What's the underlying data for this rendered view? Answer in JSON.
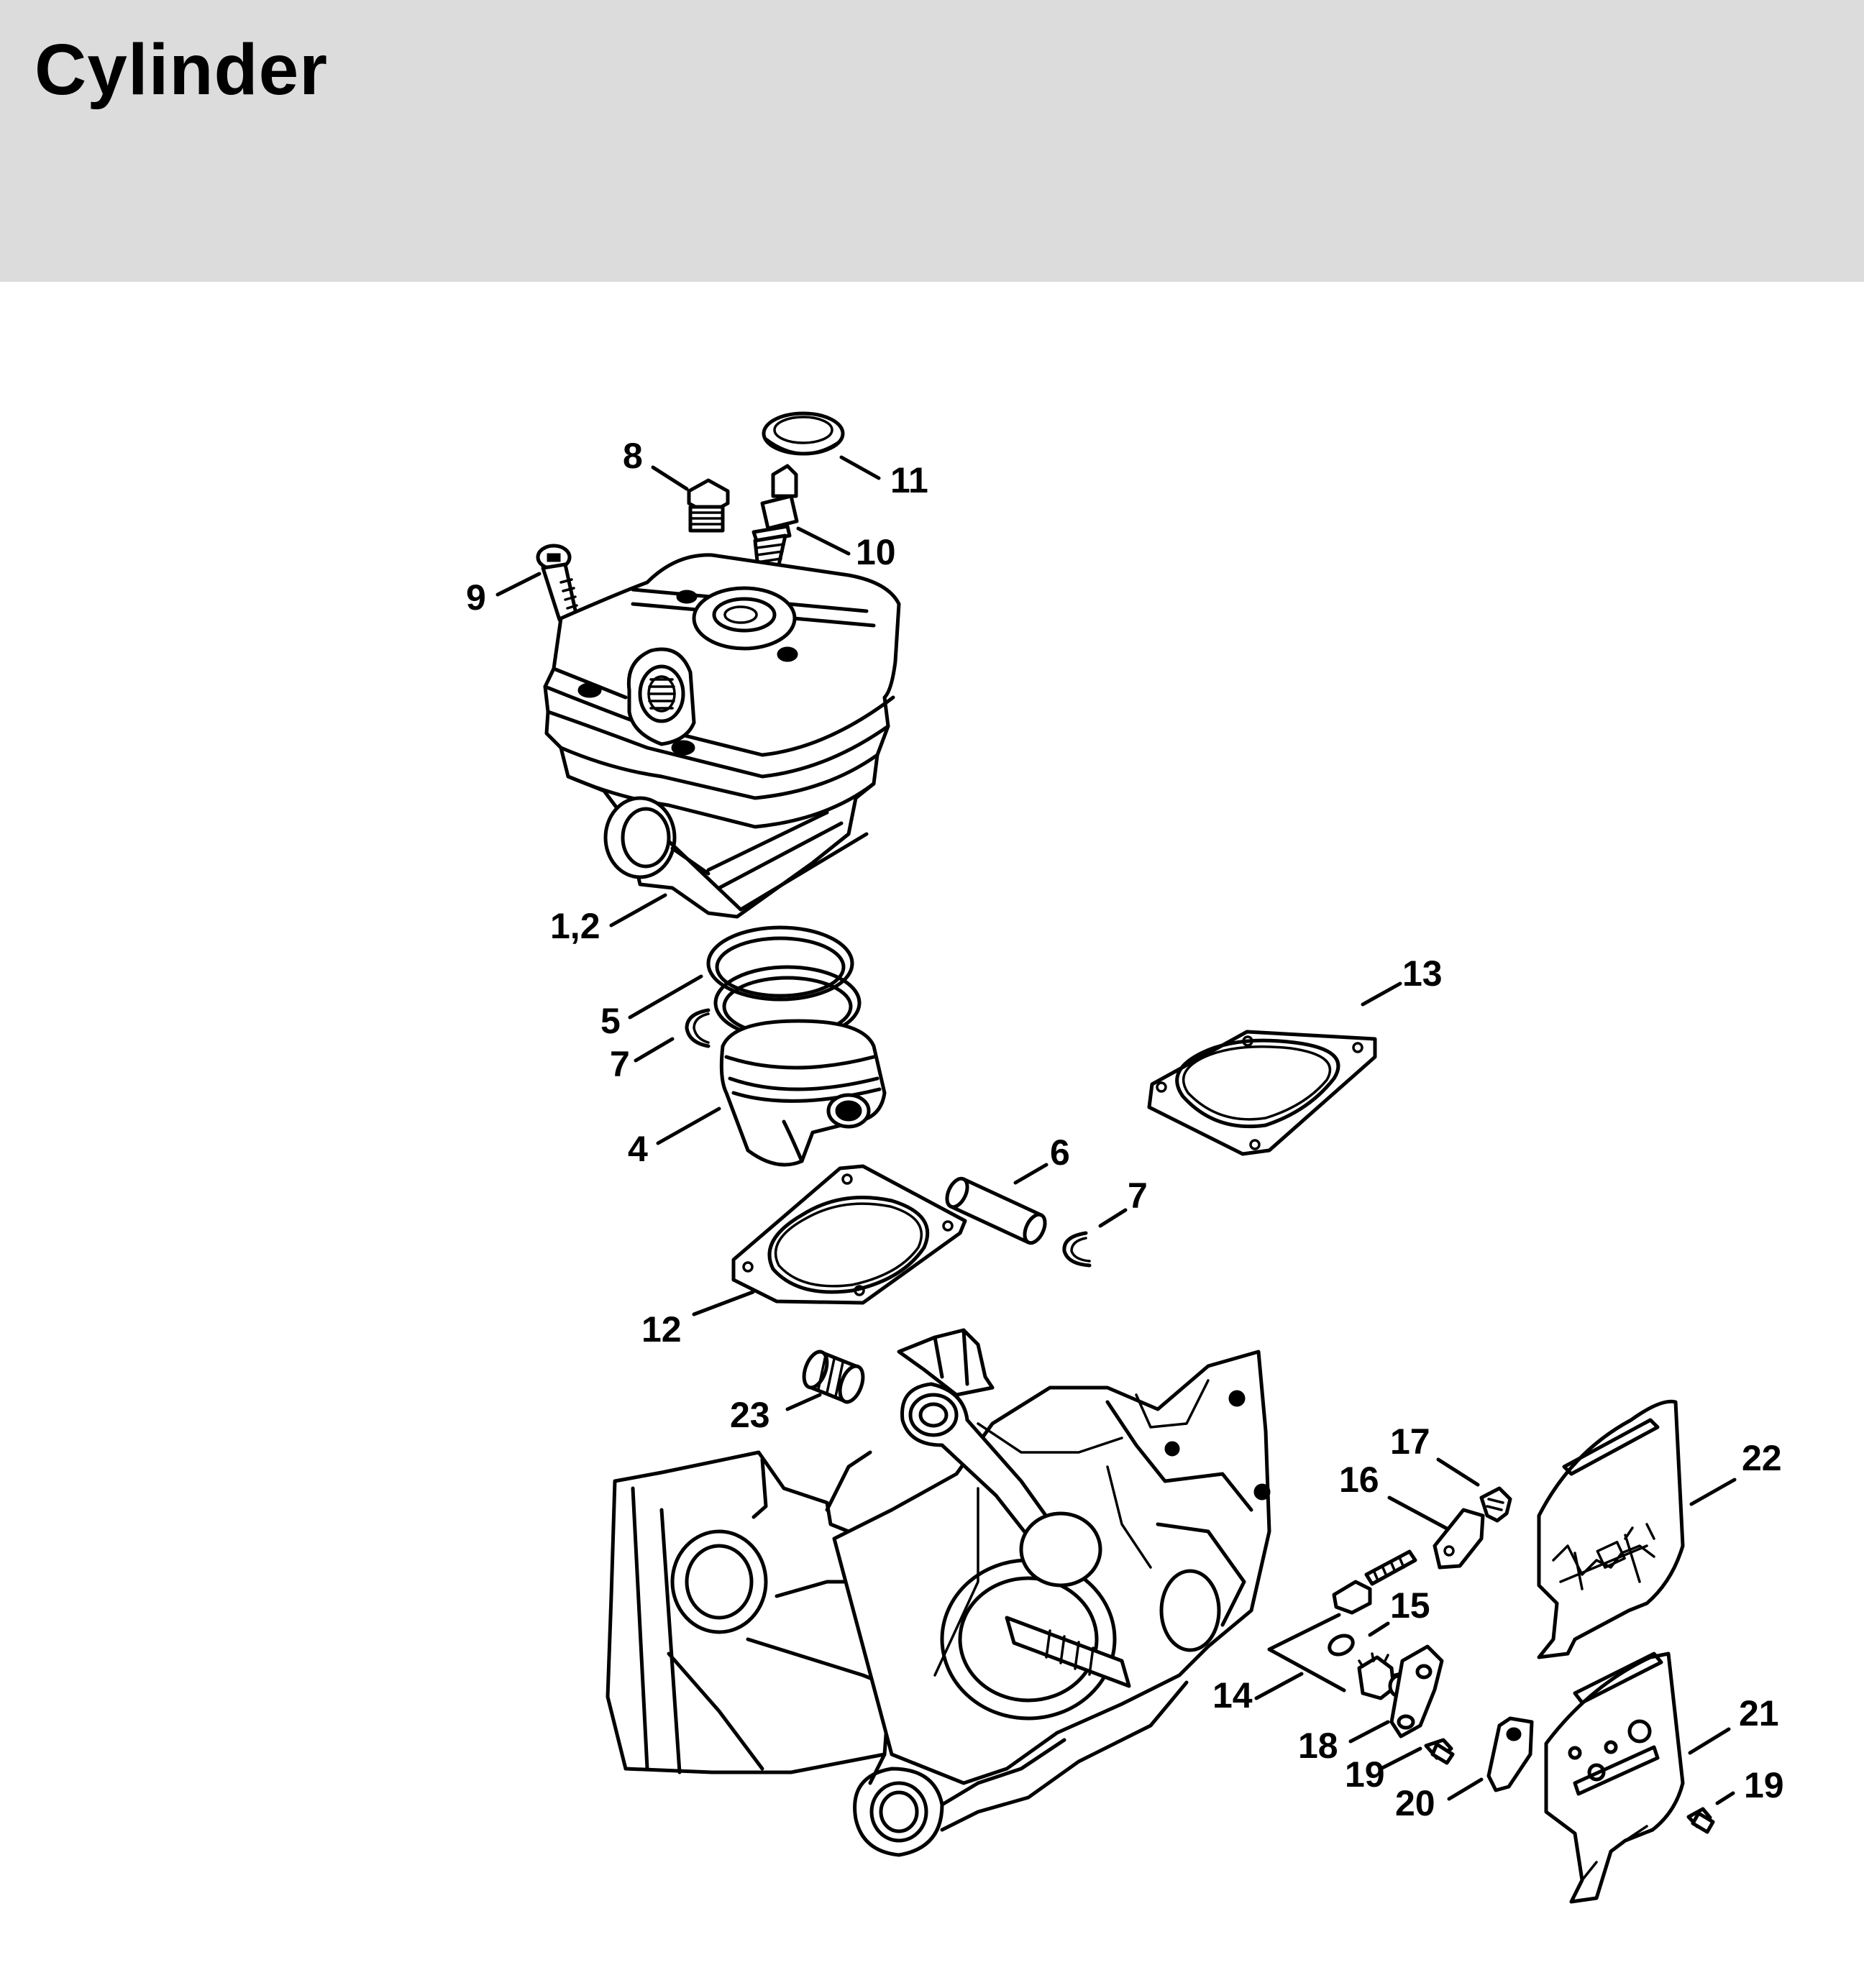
{
  "header": {
    "title": "Cylinder",
    "background": "#dbdcdb"
  },
  "diagram": {
    "callouts": [
      {
        "id": "c8",
        "label": "8"
      },
      {
        "id": "c11",
        "label": "11"
      },
      {
        "id": "c10",
        "label": "10"
      },
      {
        "id": "c9",
        "label": "9"
      },
      {
        "id": "c12a",
        "label": "1,2"
      },
      {
        "id": "c5",
        "label": "5"
      },
      {
        "id": "c7a",
        "label": "7"
      },
      {
        "id": "c4",
        "label": "4"
      },
      {
        "id": "c13",
        "label": "13"
      },
      {
        "id": "c6",
        "label": "6"
      },
      {
        "id": "c7b",
        "label": "7"
      },
      {
        "id": "c12",
        "label": "12"
      },
      {
        "id": "c23",
        "label": "23"
      },
      {
        "id": "c17",
        "label": "17"
      },
      {
        "id": "c16",
        "label": "16"
      },
      {
        "id": "c22",
        "label": "22"
      },
      {
        "id": "c15",
        "label": "15"
      },
      {
        "id": "c14",
        "label": "14"
      },
      {
        "id": "c18",
        "label": "18"
      },
      {
        "id": "c21",
        "label": "21"
      },
      {
        "id": "c19a",
        "label": "19"
      },
      {
        "id": "c19b",
        "label": "19"
      },
      {
        "id": "c20",
        "label": "20"
      }
    ]
  }
}
